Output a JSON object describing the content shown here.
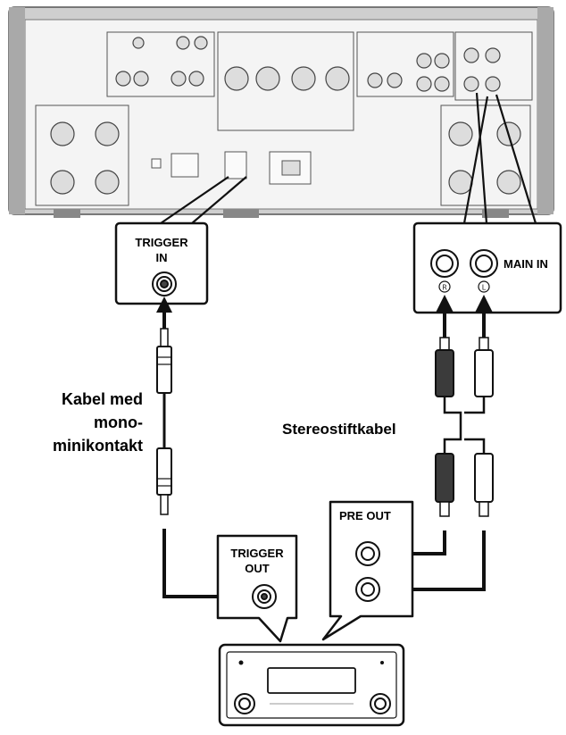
{
  "labels": {
    "trigger_in": [
      "TRIGGER",
      "IN"
    ],
    "main_in": "MAIN IN",
    "jack_r": "R",
    "jack_l": "L",
    "mono_cable": [
      "Kabel med",
      "mono-",
      "minikontakt"
    ],
    "stereo_cable": "Stereostiftkabel",
    "pre_out": "PRE OUT",
    "trigger_out": [
      "TRIGGER",
      "OUT"
    ]
  },
  "colors": {
    "line": "#111111",
    "panel": "#f2f2f2",
    "chassis": "#d9d9d9",
    "plug_red": "#444444",
    "plug_white": "#ffffff"
  },
  "icons": [
    "arrow-up-icon",
    "arrow-left-icon",
    "rca-plug-icon",
    "mini-plug-icon",
    "receiver-icon"
  ]
}
